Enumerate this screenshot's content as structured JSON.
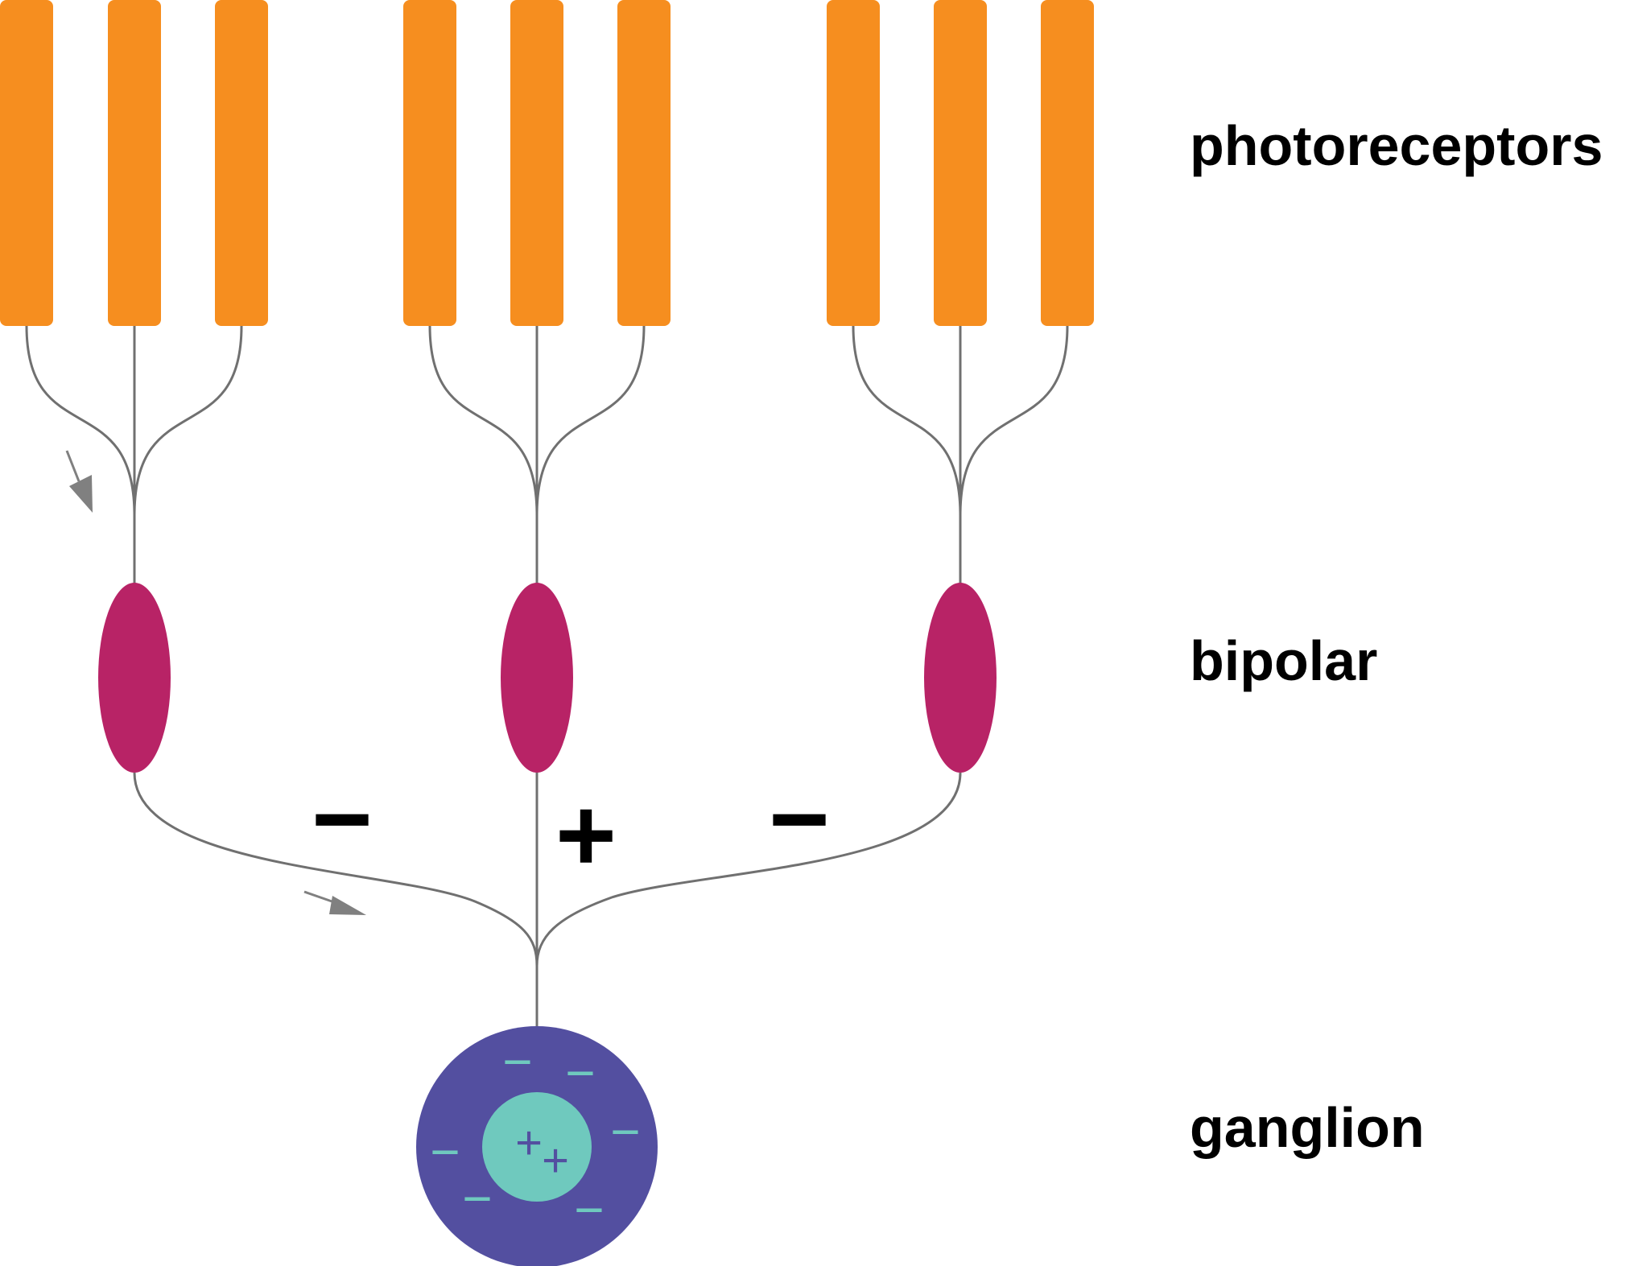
{
  "labels": {
    "photoreceptors": "photoreceptors",
    "bipolar": "bipolar",
    "ganglion": "ganglion"
  },
  "signs": {
    "left": "−",
    "center": "+",
    "right": "−"
  },
  "ganglion_charges": {
    "inner": [
      "+",
      "+"
    ],
    "outer": [
      "−",
      "−",
      "−",
      "−",
      "−",
      "−"
    ]
  },
  "colors": {
    "photoreceptor": "#F68E1F",
    "bipolar": "#B82366",
    "ganglion_outer": "#534FA0",
    "ganglion_inner": "#6FC9BE",
    "wire": "#707070",
    "arrow": "#808080"
  }
}
